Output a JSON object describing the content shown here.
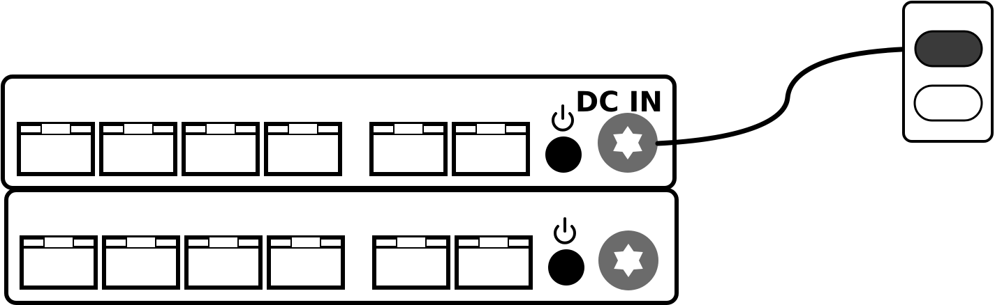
{
  "units": [
    {
      "id": "top",
      "label": "DC IN",
      "ports_left_group": 4,
      "ports_right_group": 2,
      "has_power_button": true,
      "has_dc_jack": true,
      "cable_connected": true
    },
    {
      "id": "bottom",
      "label": "",
      "ports_left_group": 4,
      "ports_right_group": 2,
      "has_power_button": true,
      "has_dc_jack": true,
      "cable_connected": false
    }
  ],
  "outlet": {
    "sockets": 2,
    "top_socket": "occupied",
    "bottom_socket": "empty"
  },
  "icons": {
    "power": "power-icon",
    "dc_jack": "dc-jack-icon",
    "port": "ethernet-port-icon",
    "plug": "plug-icon"
  },
  "colors": {
    "stroke": "#000000",
    "jack_fill": "#6b6b6b",
    "jack_star": "#ffffff",
    "plug_fill": "#3a3a3a",
    "background": "#ffffff"
  }
}
